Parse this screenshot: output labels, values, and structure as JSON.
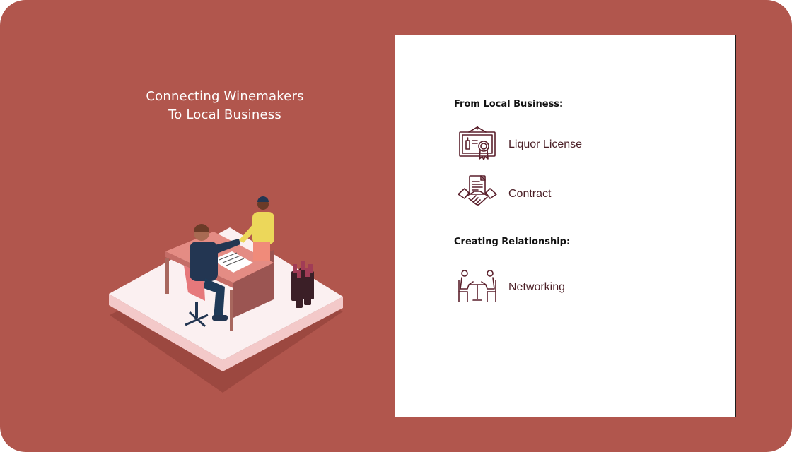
{
  "hero": {
    "title_line1": "Connecting Winemakers",
    "title_line2": "To Local Business"
  },
  "panel": {
    "sections": [
      {
        "heading": "From Local Business:",
        "items": [
          {
            "label": "Liquor License",
            "icon": "certificate-icon"
          },
          {
            "label": "Contract",
            "icon": "handshake-contract-icon"
          }
        ]
      },
      {
        "heading": "Creating Relationship:",
        "items": [
          {
            "label": "Networking",
            "icon": "networking-table-icon"
          }
        ]
      }
    ]
  },
  "colors": {
    "background": "#b1564d",
    "panel": "#ffffff",
    "icon": "#5a1f2b",
    "label_text": "#4a1e25"
  }
}
